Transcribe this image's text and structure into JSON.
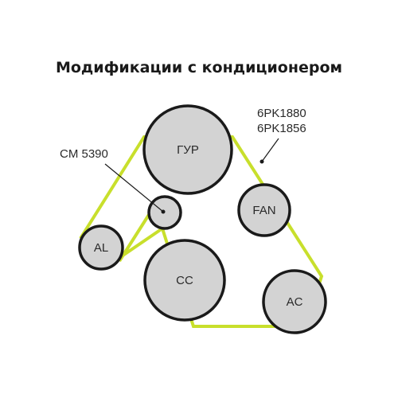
{
  "title": "Модификации с кондиционером",
  "callouts": {
    "tensioner": "CM 5390",
    "belt_primary": "6PK1880",
    "belt_alt": "6PK1856"
  },
  "pulleys": {
    "gur": "ГУР",
    "fan": "FAN",
    "al": "AL",
    "cc": "CC",
    "ac": "AC"
  },
  "colors": {
    "belt": "#c8df2c",
    "pulley_fill": "#d3d3d3",
    "pulley_stroke": "#1a1a1a",
    "text": "#2a2a2a"
  }
}
